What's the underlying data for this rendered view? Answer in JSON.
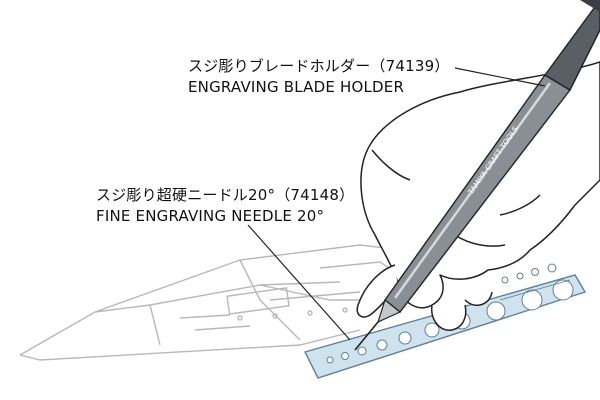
{
  "callouts": {
    "blade_holder": {
      "jp": "スジ彫りブレードホルダー（74139）",
      "en": "ENGRAVING BLADE HOLDER"
    },
    "needle": {
      "jp": "スジ彫り超硬ニードル20°（74148）",
      "en": "FINE ENGRAVING NEEDLE 20°"
    }
  },
  "tool_imprint": "TAMIYA CRAFT TOOLS",
  "colors": {
    "tool_body": "#8a8f96",
    "tool_dark": "#555a60",
    "template": "#cfe3ef",
    "template_edge": "#6d8fa6",
    "line": "#222222",
    "model_line": "#b0b0b0"
  }
}
